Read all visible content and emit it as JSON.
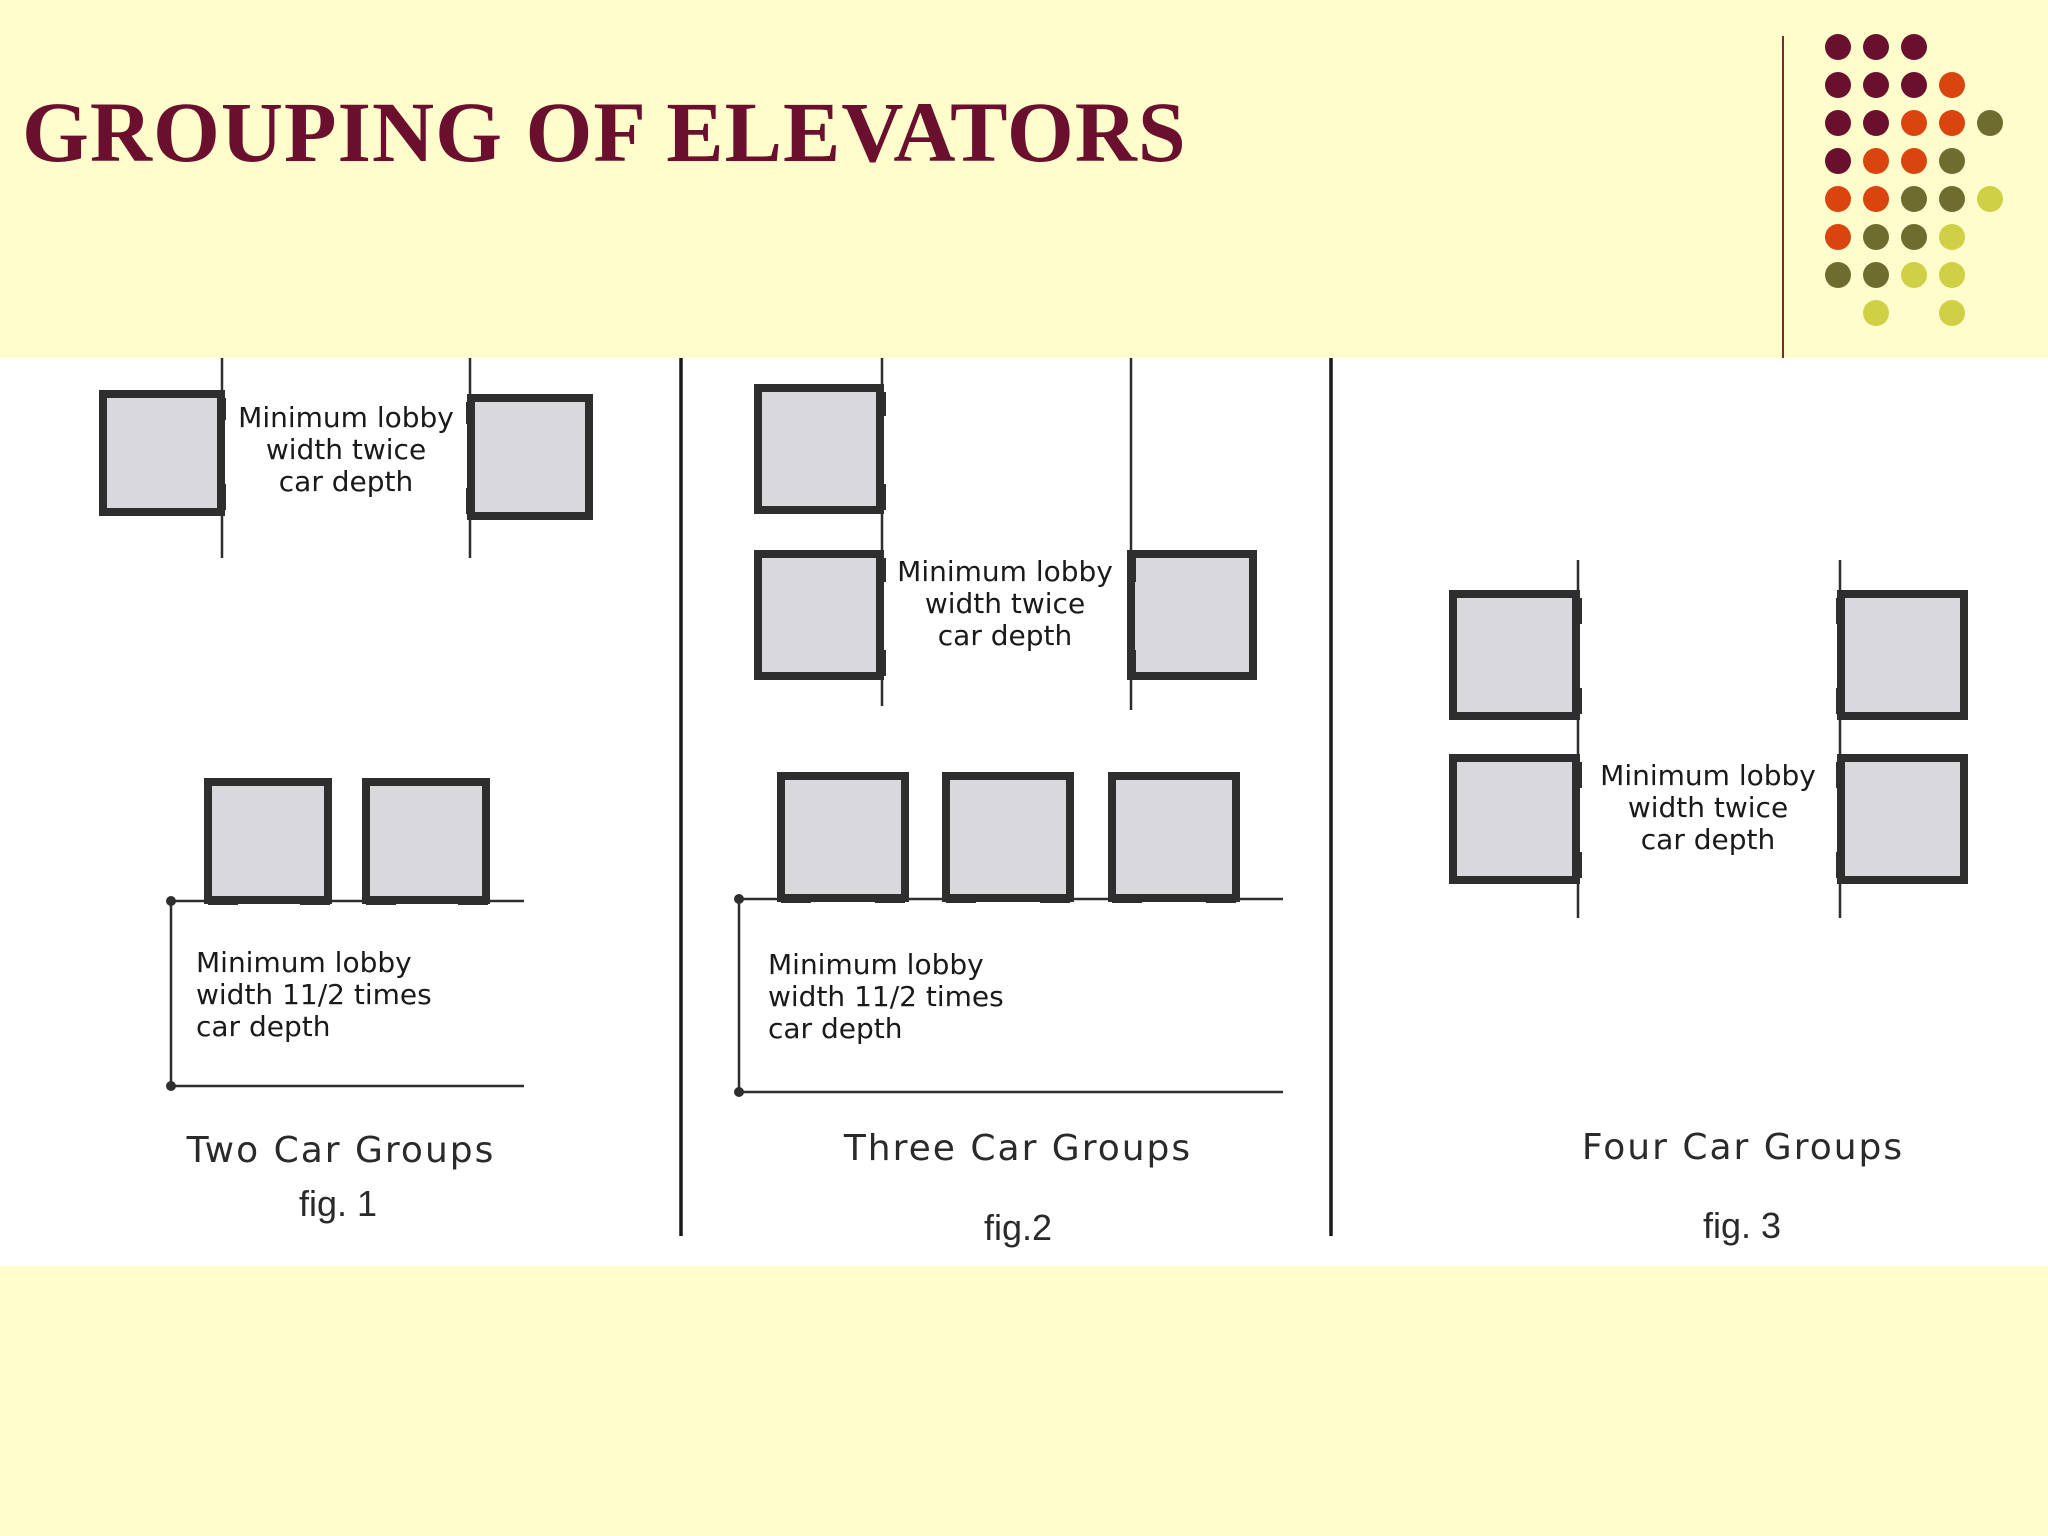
{
  "title": "GROUPING OF ELEVATORS",
  "accent_color": "#6A0F2E",
  "dot_palette": [
    "#6A0F2E",
    "#D9440F",
    "#6E6C2F",
    "#CFD045"
  ],
  "figures": [
    {
      "caption": "Two Car Groups",
      "fig_label": "fig. 1",
      "facing_label": [
        "Minimum lobby",
        "width twice",
        "car depth"
      ],
      "row_label": [
        "Minimum lobby",
        "width 11/2 times",
        "car depth"
      ]
    },
    {
      "caption": "Three Car Groups",
      "fig_label": "fig.2",
      "facing_label": [
        "Minimum lobby",
        "width twice",
        "car depth"
      ],
      "row_label": [
        "Minimum lobby",
        "width 11/2 times",
        "car depth"
      ]
    },
    {
      "caption": "Four Car Groups",
      "fig_label": "fig. 3",
      "facing_label": [
        "Minimum lobby",
        "width twice",
        "car depth"
      ]
    }
  ]
}
